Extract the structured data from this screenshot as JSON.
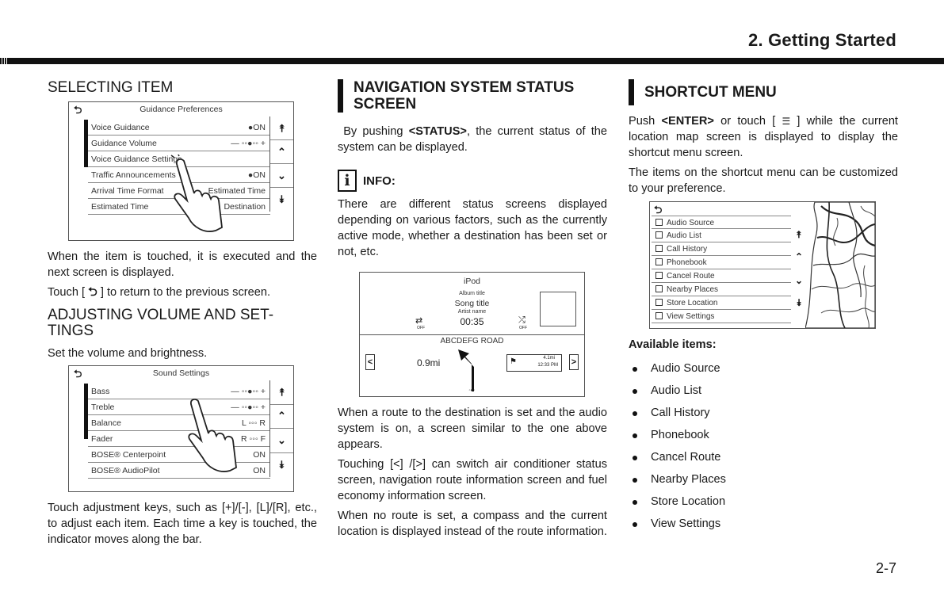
{
  "header": {
    "chapter_title": "2. Getting Started"
  },
  "page_number": "2-7",
  "selecting_item": {
    "heading": "SELECTING ITEM",
    "screen": {
      "title": "Guidance Preferences",
      "rows": [
        {
          "label": "Voice Guidance",
          "value": "●ON"
        },
        {
          "label": "Guidance Volume",
          "value": "— ◦◦●◦◦ +"
        },
        {
          "label": "Voice Guidance Settings",
          "value": ""
        },
        {
          "label": "Traffic Announcements",
          "value": "●ON"
        },
        {
          "label": "Arrival Time Format",
          "value": "Estimated Time"
        },
        {
          "label": "Estimated Time",
          "value": "Destination"
        }
      ]
    },
    "para1": "When the item is touched, it is executed and the next screen is displayed.",
    "para2_pre": "Touch [ ",
    "para2_post": " ] to return to the previous screen."
  },
  "adjusting": {
    "heading_line1": "ADJUSTING VOLUME AND SET-",
    "heading_line2": "TINGS",
    "intro": "Set the volume and brightness.",
    "screen": {
      "title": "Sound Settings",
      "rows": [
        {
          "label": "Bass",
          "value": "— ◦◦●◦◦ +"
        },
        {
          "label": "Treble",
          "value": "— ◦◦●◦◦ +"
        },
        {
          "label": "Balance",
          "value": "L ◦◦◦ R"
        },
        {
          "label": "Fader",
          "value": "R ◦◦◦ F"
        },
        {
          "label": "BOSE® Centerpoint",
          "value": "ON"
        },
        {
          "label": "BOSE® AudioPilot",
          "value": "ON"
        }
      ]
    },
    "para": "Touch adjustment keys, such as [+]/[-], [L]/[R], etc., to adjust each item. Each time a key is touched, the indicator moves along the bar."
  },
  "nav_status": {
    "heading_line1": "NAVIGATION SYSTEM STATUS",
    "heading_line2": "SCREEN",
    "intro_pre": "By pushing ",
    "intro_key": "<STATUS>",
    "intro_post": ", the current status of the system can be displayed.",
    "info_label": "INFO:",
    "info_text": "There are different status screens displayed depending on various factors, such as the currently active mode, whether a destination has been set or not, etc.",
    "screen": {
      "source": "iPod",
      "album": "Album title",
      "song": "Song title",
      "artist": "Artist name",
      "time": "00:35",
      "repeat_label": "OFF",
      "shuffle_label": "OFF",
      "road": "ABCDEFG ROAD",
      "distance": "0.9mi",
      "dest_dist": "4.1mi",
      "dest_time": "12:33 PM"
    },
    "para1": "When a route to the destination is set and the audio system is on, a screen similar to the one above appears.",
    "para2": "Touching [<] /[>] can switch air conditioner status screen, navigation route information screen and fuel economy information screen.",
    "para3": "When no route is set, a compass and the current location is displayed instead of the route information."
  },
  "shortcut": {
    "heading": "SHORTCUT MENU",
    "intro_pre": "Push ",
    "intro_key": "<ENTER>",
    "intro_mid": " or touch [ ",
    "intro_post": " ] while the current location map screen is displayed to display the shortcut menu screen.",
    "para2": "The items on the shortcut menu can be customized to your preference.",
    "screen_items": [
      "Audio Source",
      "Audio List",
      "Call History",
      "Phonebook",
      "Cancel Route",
      "Nearby Places",
      "Store Location",
      "View Settings"
    ],
    "available_label": "Available items:",
    "items": [
      "Audio Source",
      "Audio List",
      "Call History",
      "Phonebook",
      "Cancel Route",
      "Nearby Places",
      "Store Location",
      "View Settings"
    ]
  }
}
